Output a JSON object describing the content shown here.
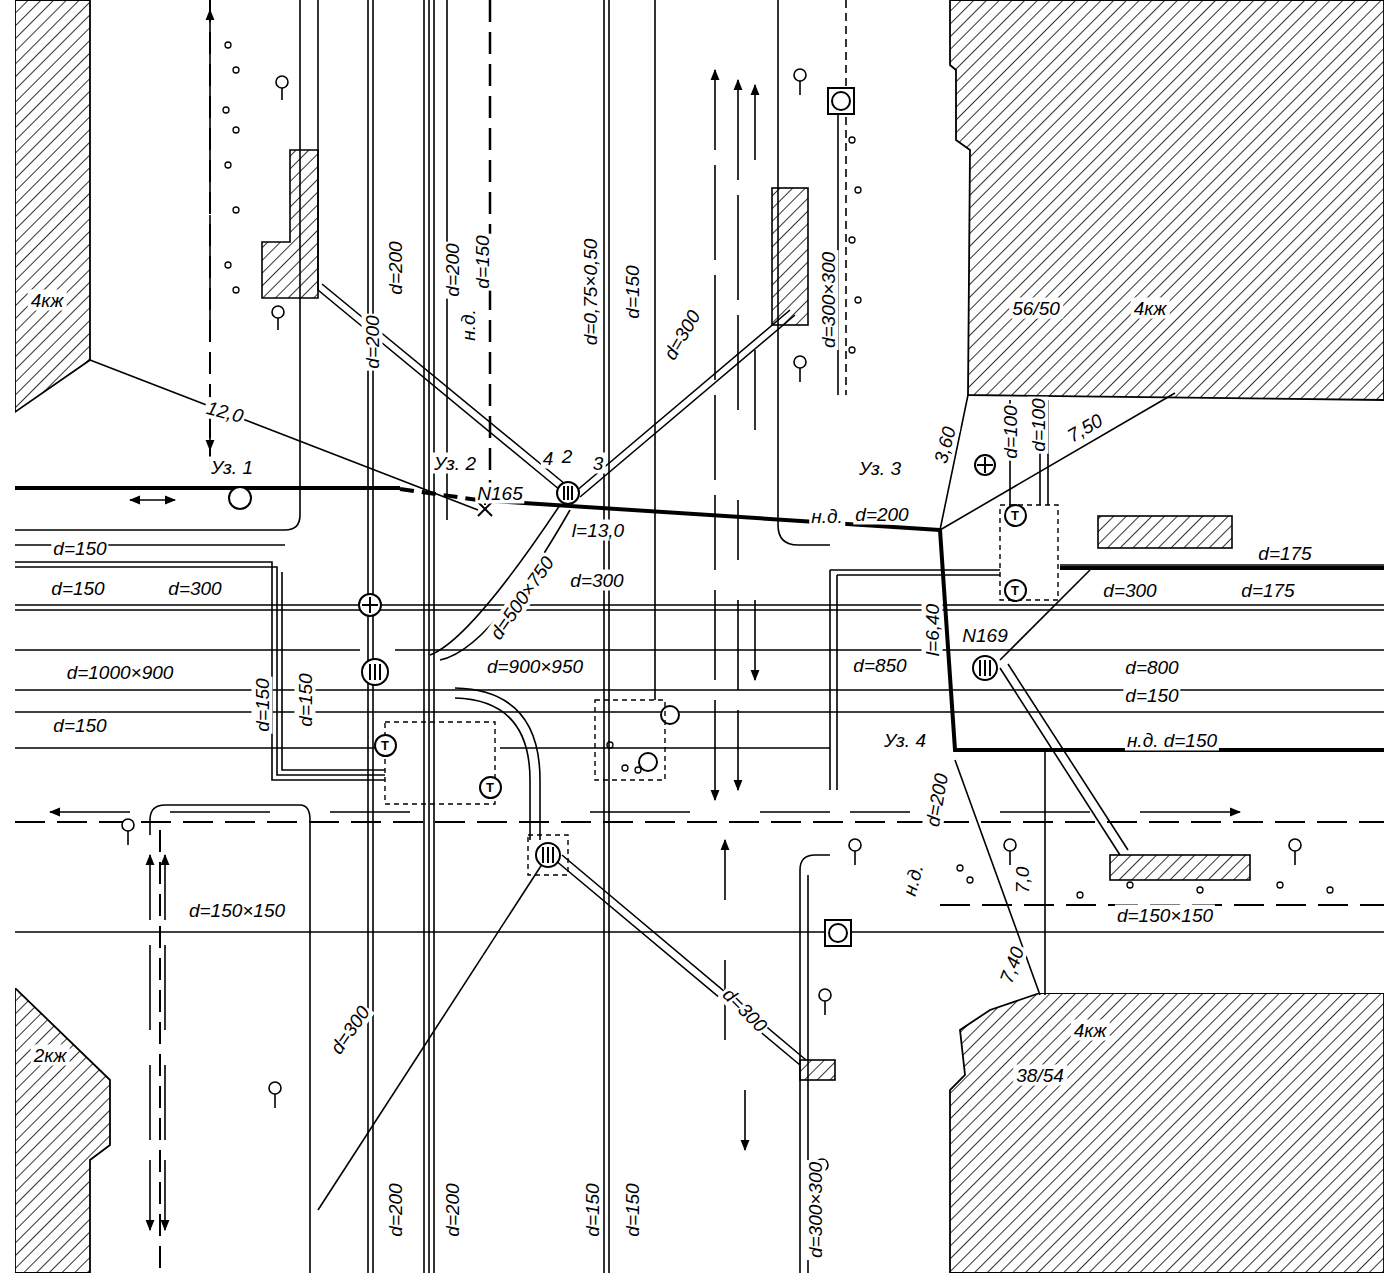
{
  "diagram": {
    "nodes": [
      {
        "text": [
          "4кж"
        ]
      },
      {
        "text": [
          "56/50",
          "4кж"
        ]
      },
      {
        "text": [
          "Т"
        ]
      },
      {
        "text": [
          "Т"
        ]
      },
      {
        "text": [
          "Т"
        ]
      },
      {
        "text": [
          "Т"
        ]
      },
      {
        "text": [
          "2кж"
        ]
      },
      {
        "text": [
          "4кж",
          "38/54"
        ]
      }
    ],
    "labels": [
      "d=200",
      "d=200",
      "н.д.",
      "d=150",
      "d=0,75×0,50",
      "d=150",
      "d=300",
      "d=300×300",
      "d=200",
      "12,0",
      "Уз. 1",
      "Уз. 2",
      "N165",
      "4",
      "2",
      "3",
      "l=13,0",
      "Уз. 3",
      "н.д.",
      "d=200",
      "3,60",
      "d=100",
      "d=100",
      "7,50",
      "d=175",
      "d=150",
      "d=150",
      "d=300",
      "d=300",
      "d=175",
      "d=500×750",
      "d=300",
      "N169",
      "l=6,40",
      "d=1000×900",
      "d=900×950",
      "d=850",
      "d=800",
      "d=150",
      "d=150",
      "d=150",
      "d=150",
      "Уз. 4",
      "н.д. d=150",
      "d=200",
      "н.д.",
      "7,0",
      "d=150×150",
      "d=150×150",
      "d=300",
      "7,40",
      "d=300",
      "d=200",
      "d=200",
      "d=150",
      "d=150",
      "d=300×300"
    ]
  }
}
